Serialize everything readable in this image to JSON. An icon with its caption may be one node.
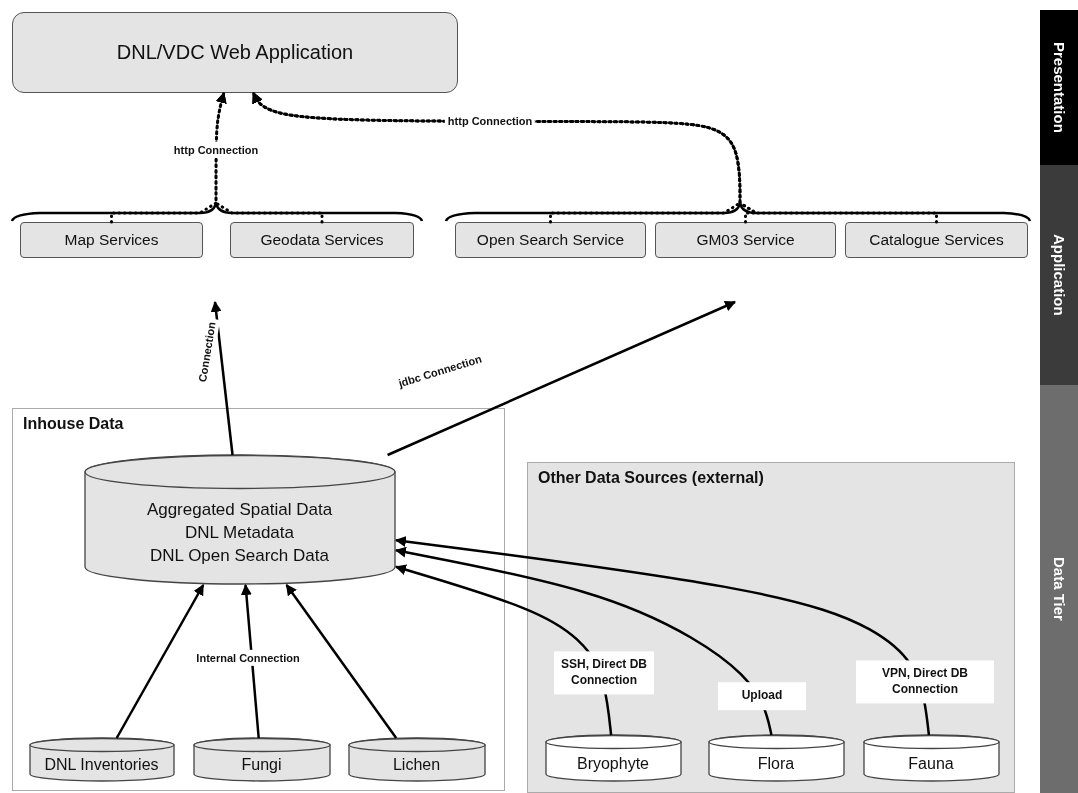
{
  "diagram": {
    "nodes": [
      {
        "text": [
          "DNL/VDC Web Application"
        ]
      },
      {
        "text": [
          "Map Services"
        ]
      },
      {
        "text": [
          "Geodata Services"
        ]
      },
      {
        "text": [
          "Open Search Service"
        ]
      },
      {
        "text": [
          "GM03 Service"
        ]
      },
      {
        "text": [
          "Catalogue Services"
        ]
      },
      {
        "text": [
          "Inhouse Data"
        ]
      },
      {
        "text": [
          "Aggregated Spatial Data",
          "DNL Metadata",
          "DNL Open Search Data"
        ],
        "in": 6
      },
      {
        "text": [
          "DNL Inventories"
        ],
        "in": 6
      },
      {
        "text": [
          "Fungi"
        ],
        "in": 6
      },
      {
        "text": [
          "Lichen"
        ],
        "in": 6
      },
      {
        "text": [
          "Other Data Sources (external)"
        ]
      },
      {
        "text": [
          "Bryophyte"
        ],
        "in": 11
      },
      {
        "text": [
          "Flora"
        ],
        "in": 11
      },
      {
        "text": [
          "Fauna"
        ],
        "in": 11
      },
      {
        "text": [
          "Presentation"
        ]
      },
      {
        "text": [
          "Application"
        ]
      },
      {
        "text": [
          "Data Tier"
        ]
      }
    ],
    "edges": [
      {
        "from": 1,
        "to": 0,
        "arrow": "to",
        "style": "dashed",
        "label": "http Connection"
      },
      {
        "from": 2,
        "to": 0,
        "arrow": "to",
        "style": "dashed"
      },
      {
        "from": 3,
        "to": 0,
        "arrow": "to",
        "style": "dashed",
        "label": "http Connection"
      },
      {
        "from": 4,
        "to": 0,
        "arrow": "to",
        "style": "dashed"
      },
      {
        "from": 5,
        "to": 0,
        "arrow": "to",
        "style": "dashed"
      },
      {
        "from": 7,
        "to": null,
        "arrow": "to",
        "label": "Connection"
      },
      {
        "from": 7,
        "to": null,
        "arrow": "to",
        "label": "jdbc Connection"
      },
      {
        "from": 8,
        "to": 7,
        "arrow": "to"
      },
      {
        "from": 9,
        "to": 7,
        "arrow": "to",
        "label": "Internal Connection"
      },
      {
        "from": 10,
        "to": 7,
        "arrow": "to"
      },
      {
        "from": 12,
        "to": 7,
        "arrow": "to",
        "label": "SSH, Direct DB Connection"
      },
      {
        "from": 13,
        "to": 7,
        "arrow": "to",
        "label": "Upload"
      },
      {
        "from": 14,
        "to": 7,
        "arrow": "to",
        "label": "VPN, Direct DB Connection"
      }
    ]
  }
}
